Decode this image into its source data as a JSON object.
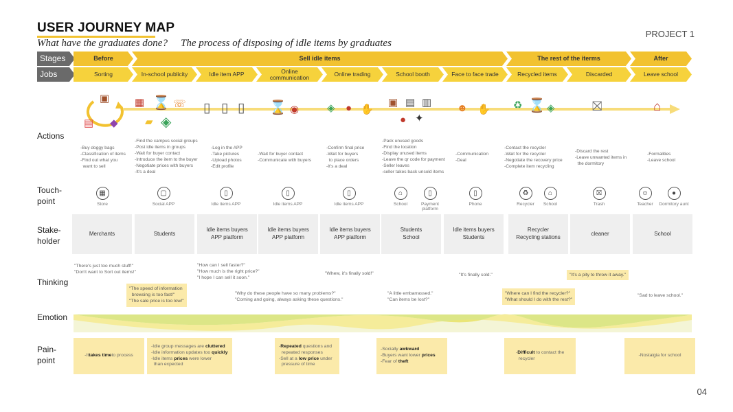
{
  "header": {
    "title": "USER JOURNEY MAP",
    "question": "What have the graduates done?",
    "process": "The process of disposing of idle items by graduates",
    "project": "PROJECT 1",
    "page_number": "04"
  },
  "row_labels": {
    "stages": "Stages",
    "jobs": "Jobs",
    "actions": "Actions",
    "touchpoint": "Touch-\npoint",
    "stakeholder": "Stake-\nholder",
    "thinking": "Thinking",
    "emotion": "Emotion",
    "painpoint": "Pain-\npoint"
  },
  "stages": [
    "Before",
    "Sell idle items",
    "The rest of the iterms",
    "After"
  ],
  "jobs": [
    "Sorting",
    "In-school publicity",
    "Idle item APP",
    "Online\ncommunication",
    "Online trading",
    "School booth",
    "Face to face trade",
    "Recycled items",
    "Discarded",
    "Leave school"
  ],
  "actions": [
    "-Buy doggy bags\n-Classification of items\n-Find out what you\n  want to sell",
    "-Find the campus social groups\n-Post idle items in groups\n-Wait for buyer contact\n-Introduce the item to the buyer\n-Negotiate prices with buyers\n-It's a deal",
    "-Log in the APP\n-Take pictures\n-Upload photos\n-Edit profile",
    "-Wait for buyer contact\n-Communicate with buyers",
    "-Confirm final price\n-Wait for buyers\n  to place orders\n-It's a deal",
    "-Pack unused goods\n-Find the location\n-Display unused items\n-Leave the qr code for payment\n-Seller leaves\n-seller takes back unsold items",
    "-Communication\n-Deal",
    "-Contact the recycler\n-Wait for the recycler\n-Negotiate the recovery price\n-Complete item recycling",
    "-Discard the rest\n-Leave unwanted items in\n  the dormitory",
    "-Formalities\n-Leave school"
  ],
  "touchpoints": [
    "Store",
    "Social APP",
    "Idle items APP",
    "Idle items APP",
    "Idle items APP",
    "School",
    "Payment\nplatform",
    "Phone",
    "Recycler",
    "School",
    "Trash",
    "Teacher",
    "Dormitory aunt"
  ],
  "stakeholders": [
    "Merchants",
    "Students",
    "Idle items buyers\nAPP platform",
    "Idle items buyers\nAPP platform",
    "Idle items buyers\nAPP platform",
    "Students\nSchool",
    "Idle items buyers\nStudents",
    "Recycler\nRecycling stations",
    "cleaner",
    "School"
  ],
  "thinking": [
    "\"There's just too much stuff!\"\n\"Don't want to Sort out items!\"",
    "\"The speed of information\n  browsing is too fast!\"\n\"The sale price is too low!\"",
    "\"How can I sell faster?\"\n\"How much is the right price?\"\n\"I hope I can sell it soon.\"",
    "\"Why do these people have so many problems?\"\n\"Coming and going, always asking these questions.\"",
    "\"Whew, it's finally sold!\"",
    "\"A little embarrassed.\"\n\"Can items be lost?\"",
    "\"It's finally sold.\"",
    "\"Where can I find the recycler?\"\n\"What should I do with the rest?\"",
    "\"It's a pity to throw it away.\"",
    "\"Sad to leave school.\""
  ],
  "painpoints": [
    {
      "pre": "-It ",
      "bold": "takes time",
      "post": " to process"
    },
    {
      "lines": [
        [
          "-Idle group messages are ",
          "cluttered",
          ""
        ],
        [
          "-Idle information updates too ",
          "quickly",
          ""
        ],
        [
          "-Idle items ",
          "prices",
          " were lower"
        ],
        [
          "  than expected",
          "",
          ""
        ]
      ]
    },
    {
      "lines": [
        [
          "-",
          "Repeated",
          " questions and"
        ],
        [
          "  repeated responses",
          "",
          ""
        ],
        [
          "-Sell at a ",
          "low price",
          " under"
        ],
        [
          "  pressure of time",
          "",
          ""
        ]
      ]
    },
    {
      "lines": [
        [
          "-Socially ",
          "awkward",
          ""
        ],
        [
          "-Buyers want lower ",
          "prices",
          ""
        ],
        [
          "-Fear of ",
          "theft",
          ""
        ]
      ]
    },
    {
      "lines": [
        [
          "-",
          "Difficult",
          " to contact the"
        ],
        [
          "  recycler",
          "",
          ""
        ]
      ]
    },
    {
      "pre": "-Nostalgia for school",
      "bold": "",
      "post": ""
    }
  ],
  "colors": {
    "accent": "#f2c230",
    "jobs": "#f6d23c",
    "painpoint_bg": "#fbeaaa",
    "stakeholder_bg": "#efefef",
    "emotion": "#d8e37a"
  }
}
